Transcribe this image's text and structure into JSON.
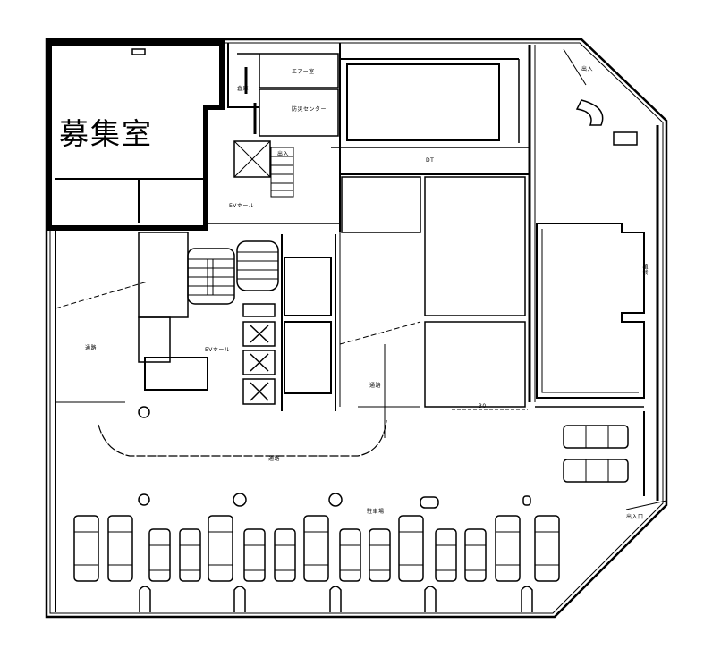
{
  "plan": {
    "highlight_label": "募集室",
    "labels": {
      "ev_hall_upper": "EVホール",
      "ev_hall_lower": "EVホール",
      "corridor_upper": "DT",
      "corridor_left": "通路",
      "corridor_mid": "通路",
      "driveway": "通路",
      "parking": "駐車場",
      "dim_30": "30",
      "room_a": "エアー室",
      "room_b": "防災センター",
      "room_c": "倉庫",
      "entry": "出入",
      "entry_top_right": "出入",
      "east_wall": "植栽",
      "ramp": "出入口"
    },
    "colors": {
      "line": "#000000",
      "background": "#ffffff"
    }
  }
}
